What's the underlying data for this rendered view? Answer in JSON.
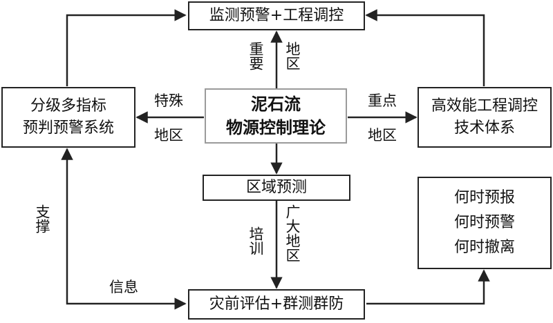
{
  "nodes": {
    "top": "监测预警+工程调控",
    "center": "泥石流\n物源控制理论",
    "left": "分级多指标\n预判预警系统",
    "right": "高效能工程调控\n技术体系",
    "middle": "区域预测",
    "bottom": "灾前评估+群测群防",
    "side": "何时预报\n何时预警\n何时撤离"
  },
  "labels": {
    "up": "重要地区",
    "up_col1": "重要",
    "up_col2": "地区",
    "left_top": "特殊",
    "left_bottom": "地区",
    "right_top": "重点",
    "right_bottom": "地区",
    "down_col1": "培训",
    "down_col2": "广大地区",
    "support": "支撑",
    "info": "信息"
  }
}
